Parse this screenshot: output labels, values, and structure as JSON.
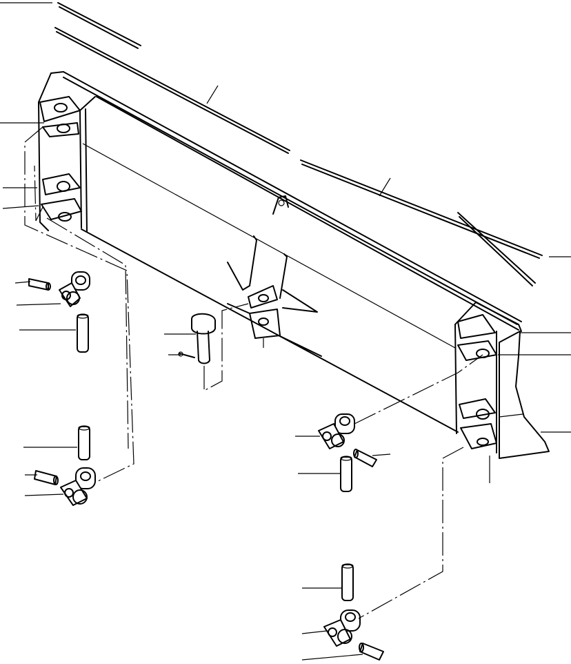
{
  "diagram": {
    "type": "exploded-parts-view",
    "subject": "dozer-blade-assembly",
    "labels": [],
    "callouts": {
      "count": 26,
      "labels_printed": false
    },
    "colors": {
      "ink": "#000000",
      "background": "#ffffff"
    },
    "icons": [
      "blade-body",
      "cutting-edge",
      "end-bit",
      "trunnion-bracket",
      "yoke-joint",
      "pin",
      "bushing",
      "bolt"
    ]
  }
}
